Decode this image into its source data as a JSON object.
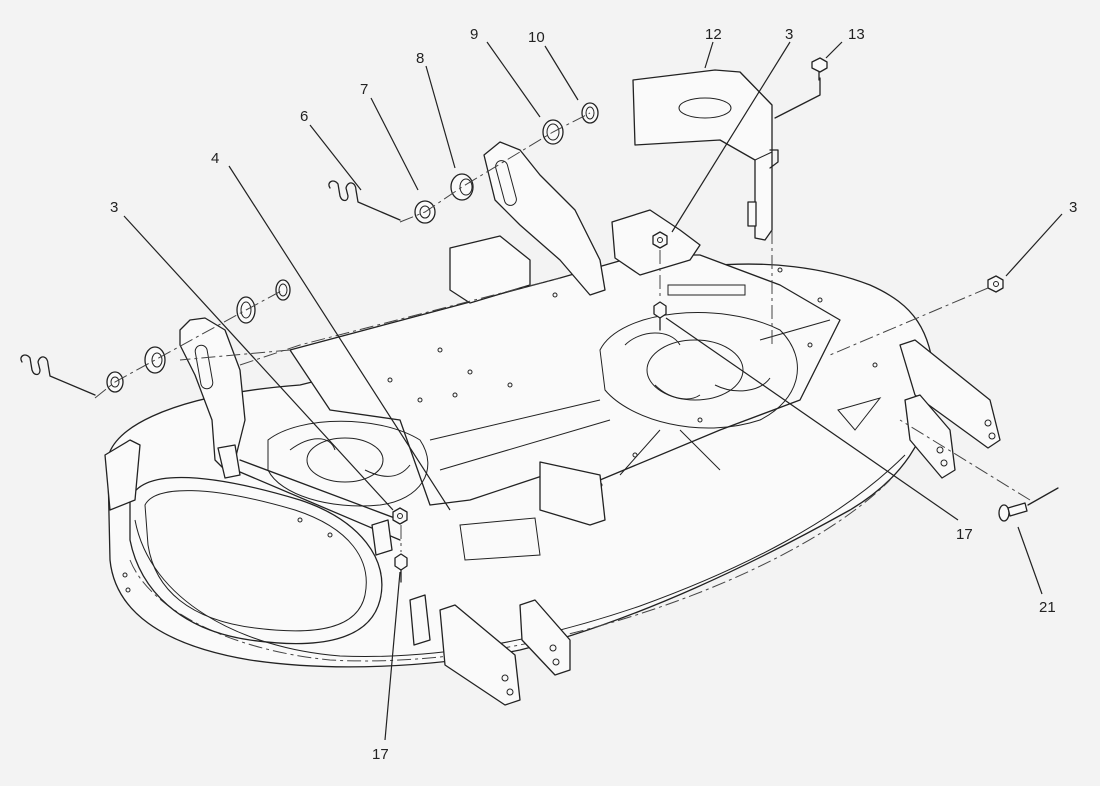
{
  "callouts": {
    "c3_upper": "3",
    "c3_right": "3",
    "c3_left": "3",
    "c4": "4",
    "c6": "6",
    "c7": "7",
    "c8": "8",
    "c9": "9",
    "c10": "10",
    "c12": "12",
    "c13": "13",
    "c17_right": "17",
    "c17_bottom": "17",
    "c21": "21"
  }
}
